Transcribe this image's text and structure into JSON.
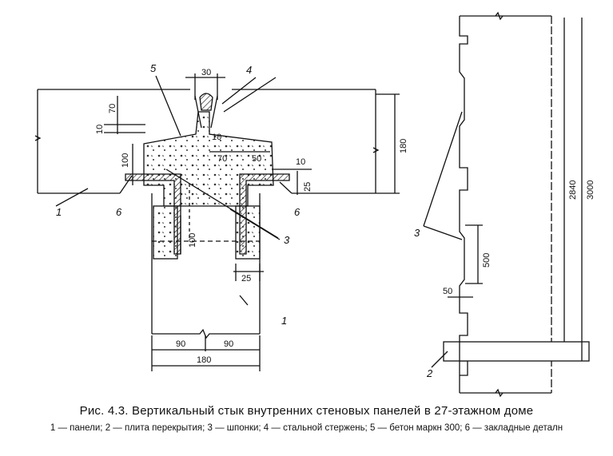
{
  "caption": {
    "title": "Рис. 4.3. Вертикальный стык внутренних стеновых панелей в 27-этажном доме",
    "legend": "1 — панели; 2 — плита перекрытия; 3 — шпонки; 4 — стальной стержень; 5 — бетон маркн 300; 6 — закладные деталн"
  },
  "labels": {
    "l1a": "1",
    "l1b": "1",
    "l2": "2",
    "l3a": "3",
    "l3b": "3",
    "l4": "4",
    "l5": "5",
    "l6a": "6",
    "l6b": "6"
  },
  "dims": {
    "d30": "30",
    "d70a": "70",
    "d10a": "10",
    "d100a": "100",
    "d10b": "10",
    "d70b": "70",
    "d50a": "50",
    "d10c": "10",
    "d25a": "25",
    "d180a": "180",
    "d100b": "100",
    "d25b": "25",
    "d90a": "90",
    "d90b": "90",
    "d180b": "180",
    "d2840": "2840",
    "d3000": "3000",
    "d500": "500",
    "d50b": "50"
  }
}
